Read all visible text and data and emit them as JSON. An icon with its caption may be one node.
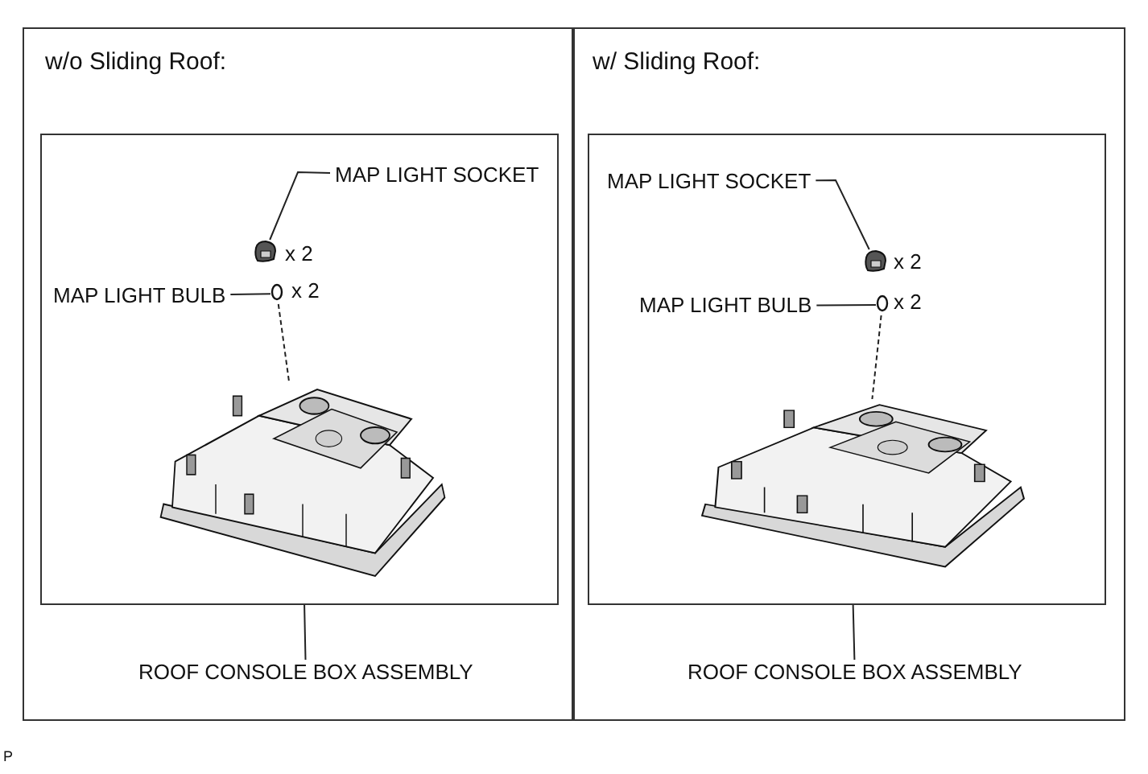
{
  "diagram": {
    "nodes": [
      {
        "text": [
          "w/o Sliding Roof:"
        ]
      },
      {
        "text": [],
        "shape": "box",
        "in": 0
      },
      {
        "text": [
          "MAP LIGHT SOCKET"
        ],
        "in": 1
      },
      {
        "text": [],
        "shape": "picture",
        "in": 1,
        "beside": [
          "x 2"
        ]
      },
      {
        "text": [
          "MAP LIGHT BULB"
        ],
        "in": 1
      },
      {
        "text": [],
        "shape": "circle",
        "in": 1,
        "beside": [
          "x 2"
        ]
      },
      {
        "text": [],
        "shape": "picture",
        "in": 1
      },
      {
        "text": [
          "ROOF CONSOLE BOX ASSEMBLY"
        ],
        "in": 0
      },
      {
        "text": [
          "w/ Sliding Roof:"
        ]
      },
      {
        "text": [],
        "shape": "box",
        "in": 8
      },
      {
        "text": [
          "MAP LIGHT SOCKET"
        ],
        "in": 9
      },
      {
        "text": [],
        "shape": "picture",
        "in": 9,
        "beside": [
          "x 2"
        ]
      },
      {
        "text": [
          "MAP LIGHT BULB"
        ],
        "in": 9
      },
      {
        "text": [],
        "shape": "circle",
        "in": 9,
        "beside": [
          "x 2"
        ]
      },
      {
        "text": [],
        "shape": "picture",
        "in": 9
      },
      {
        "text": [
          "ROOF CONSOLE BOX ASSEMBLY"
        ],
        "in": 8
      }
    ],
    "edges": [
      {
        "from": 2,
        "to": 3,
        "arrow": "none"
      },
      {
        "from": 4,
        "to": 5,
        "arrow": "none"
      },
      {
        "from": 5,
        "to": 6,
        "arrow": "none",
        "style": "dashed"
      },
      {
        "from": 7,
        "to": 1,
        "arrow": "none"
      },
      {
        "from": 10,
        "to": 11,
        "arrow": "none"
      },
      {
        "from": 12,
        "to": 13,
        "arrow": "none"
      },
      {
        "from": 13,
        "to": 14,
        "arrow": "none",
        "style": "dashed"
      },
      {
        "from": 15,
        "to": 9,
        "arrow": "none"
      }
    ],
    "labels": [
      "P"
    ]
  }
}
